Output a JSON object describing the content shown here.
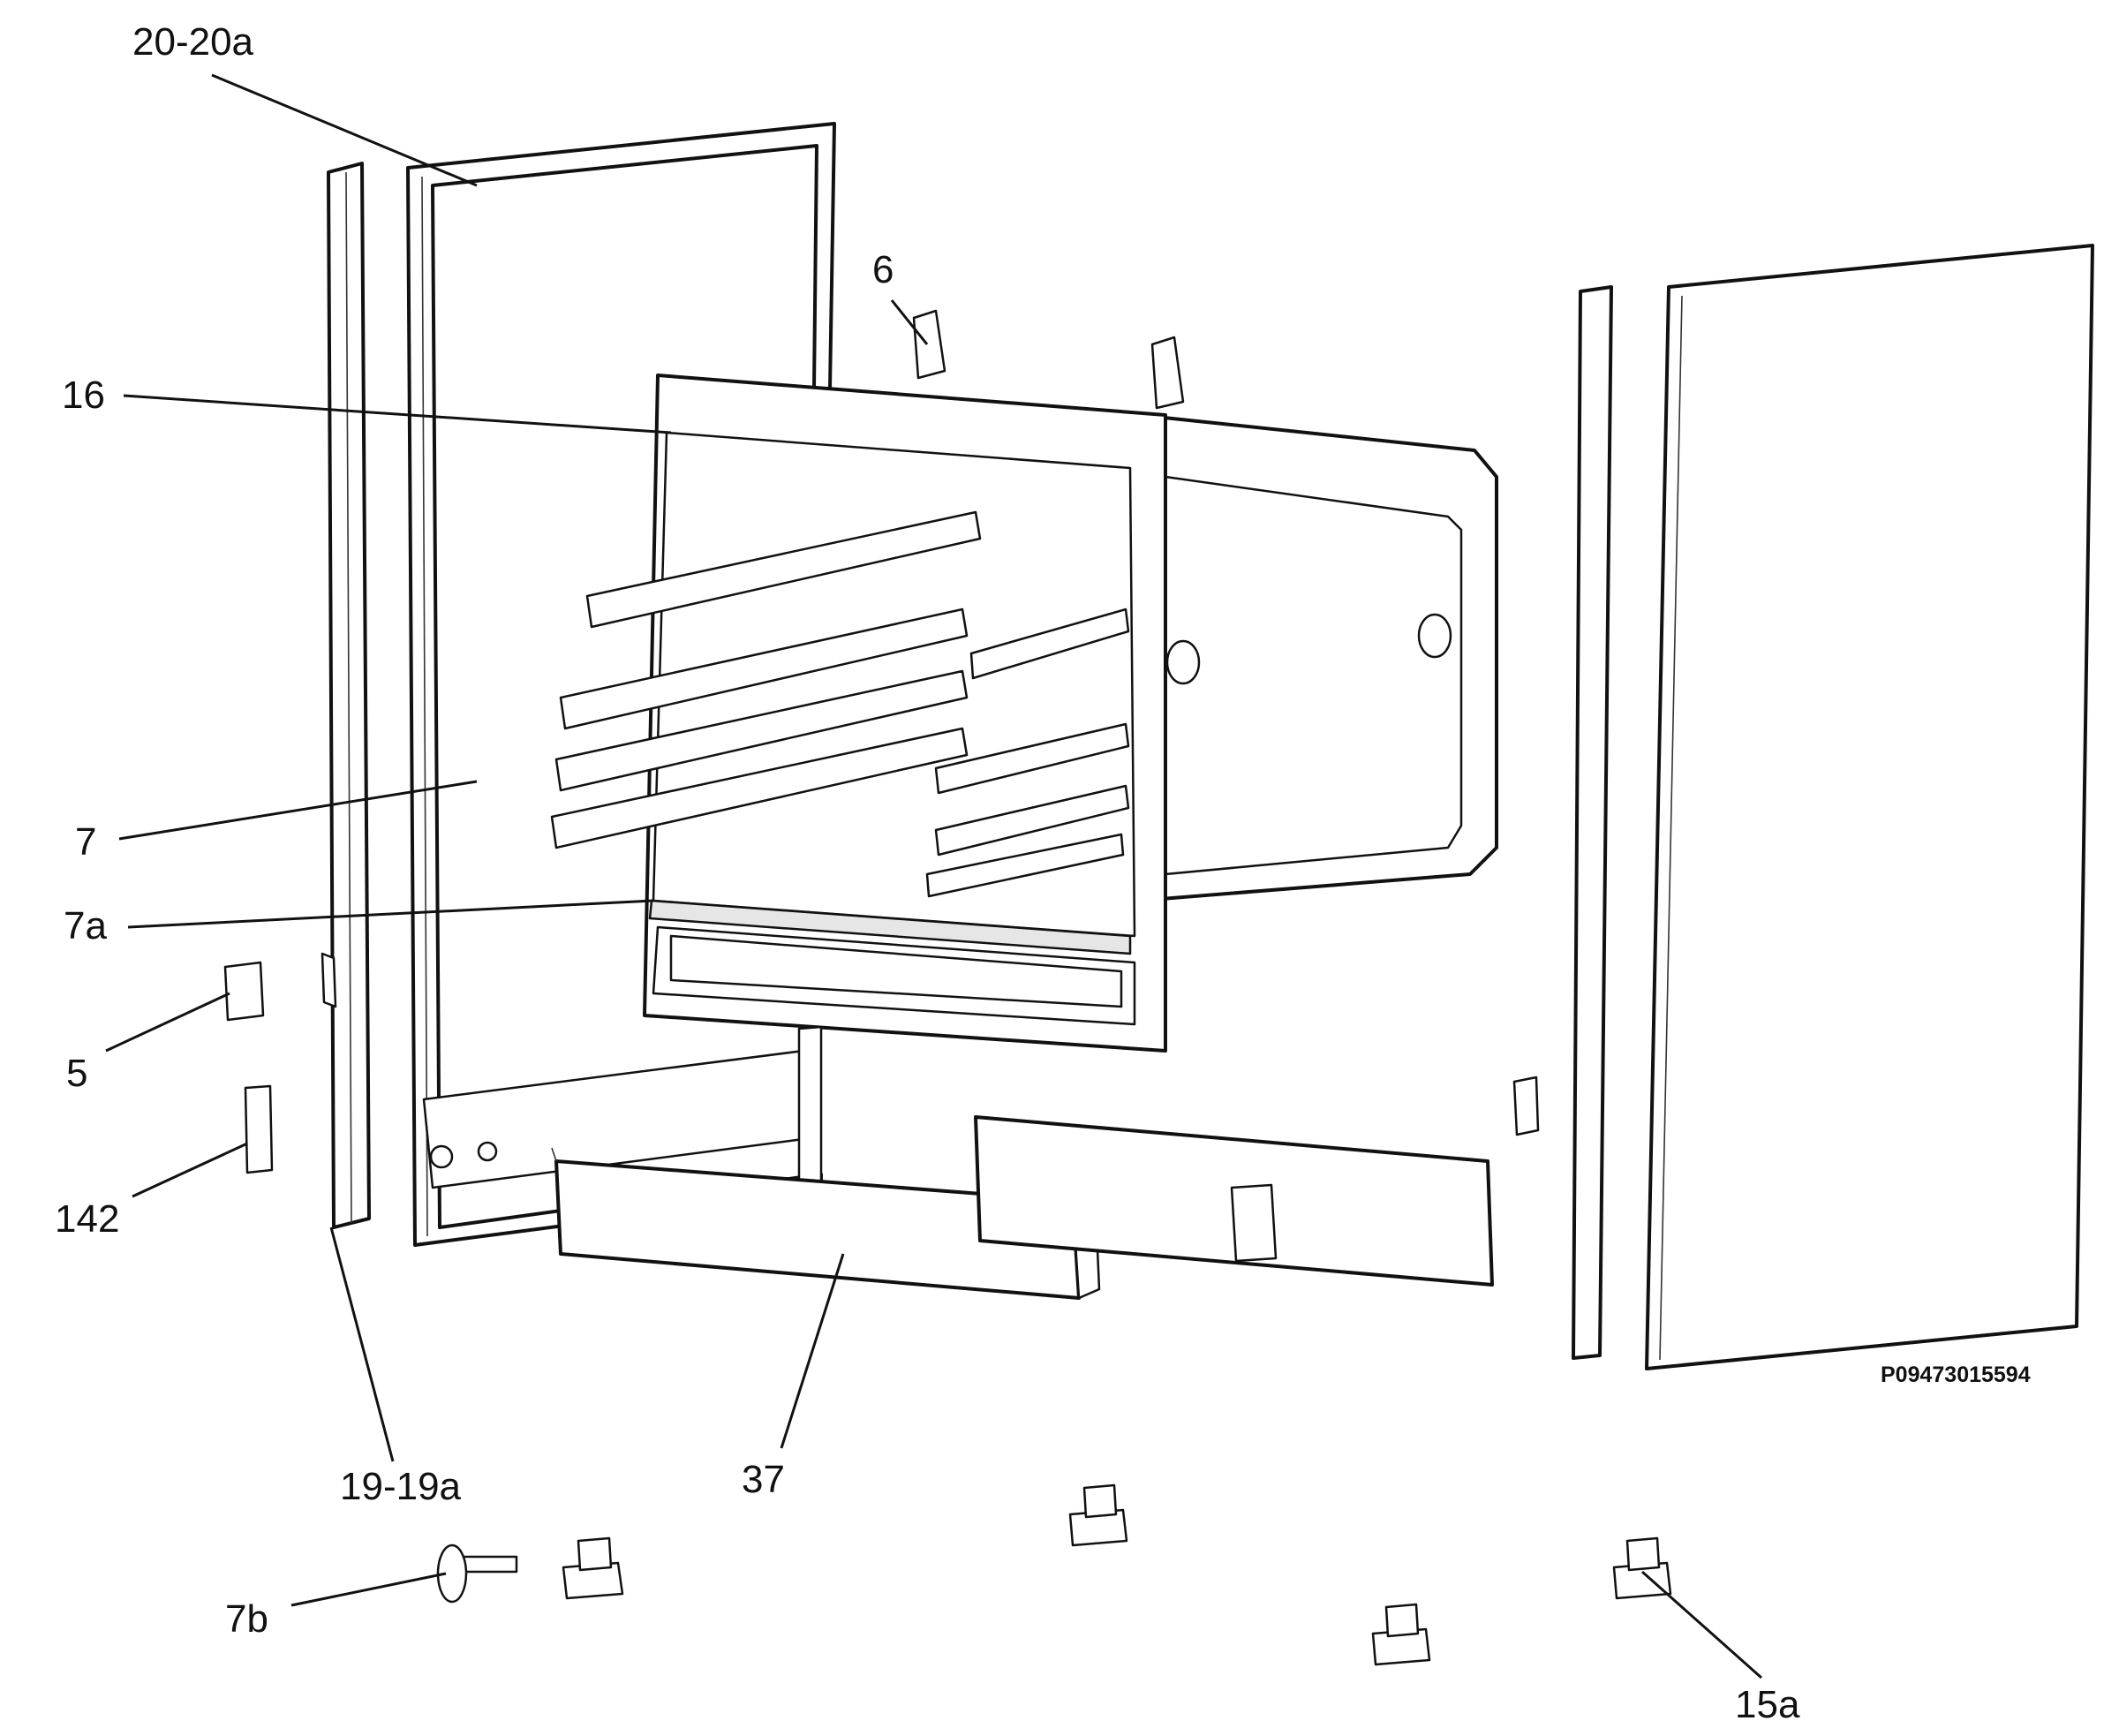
{
  "diagram": {
    "drawing_code": "P09473015594",
    "labels": [
      {
        "id": "20-20a",
        "text": "20-20a"
      },
      {
        "id": "16",
        "text": "16"
      },
      {
        "id": "6",
        "text": "6"
      },
      {
        "id": "7",
        "text": "7"
      },
      {
        "id": "7a",
        "text": "7a"
      },
      {
        "id": "5",
        "text": "5"
      },
      {
        "id": "142",
        "text": "142"
      },
      {
        "id": "19-19a",
        "text": "19-19a"
      },
      {
        "id": "37",
        "text": "37"
      },
      {
        "id": "7b",
        "text": "7b"
      },
      {
        "id": "15a",
        "text": "15a"
      }
    ]
  }
}
